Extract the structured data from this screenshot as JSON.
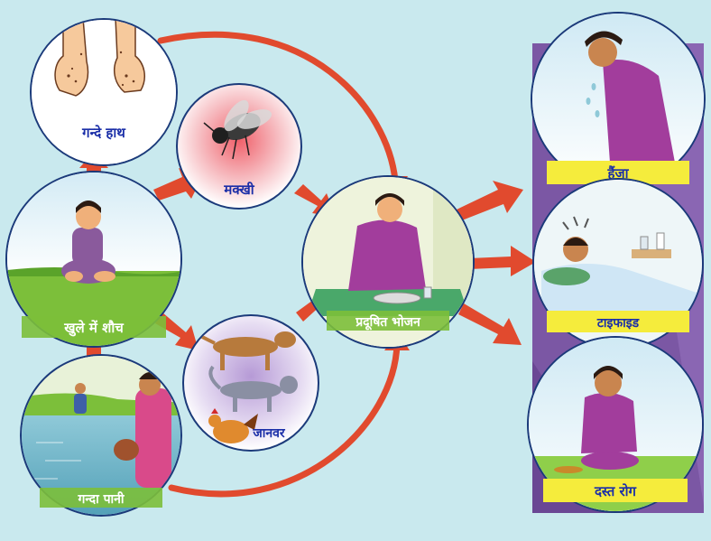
{
  "colors": {
    "background": "#c9e9ee",
    "arrow": "#e14a2e",
    "label_text": "#1b2fa8",
    "label_band": "#f5ec3c",
    "disease_panel": "#7b57a4",
    "ground": "#7cbf3a"
  },
  "sources": {
    "dirty_hands": {
      "label": "गन्दे हाथ",
      "icon": "dirty-hands-picture"
    },
    "open_defecation": {
      "label": "खुले में शौच",
      "icon": "child-squatting-picture"
    },
    "dirty_water": {
      "label": "गन्दा पानी",
      "icon": "woman-fetching-water-picture"
    }
  },
  "carriers": {
    "fly": {
      "label": "मक्खी",
      "icon": "fly-picture"
    },
    "animals": {
      "label": "जानवर",
      "icon": "animals-picture"
    }
  },
  "center": {
    "label": "प्रदूषित भोजन",
    "icon": "woman-eating-picture"
  },
  "diseases": [
    {
      "label": "हैंजा",
      "icon": "vomiting-woman-picture"
    },
    {
      "label": "टाइफाइड",
      "icon": "sick-in-bed-picture"
    },
    {
      "label": "दस्त रोग",
      "icon": "diarrhea-girl-picture"
    }
  ]
}
